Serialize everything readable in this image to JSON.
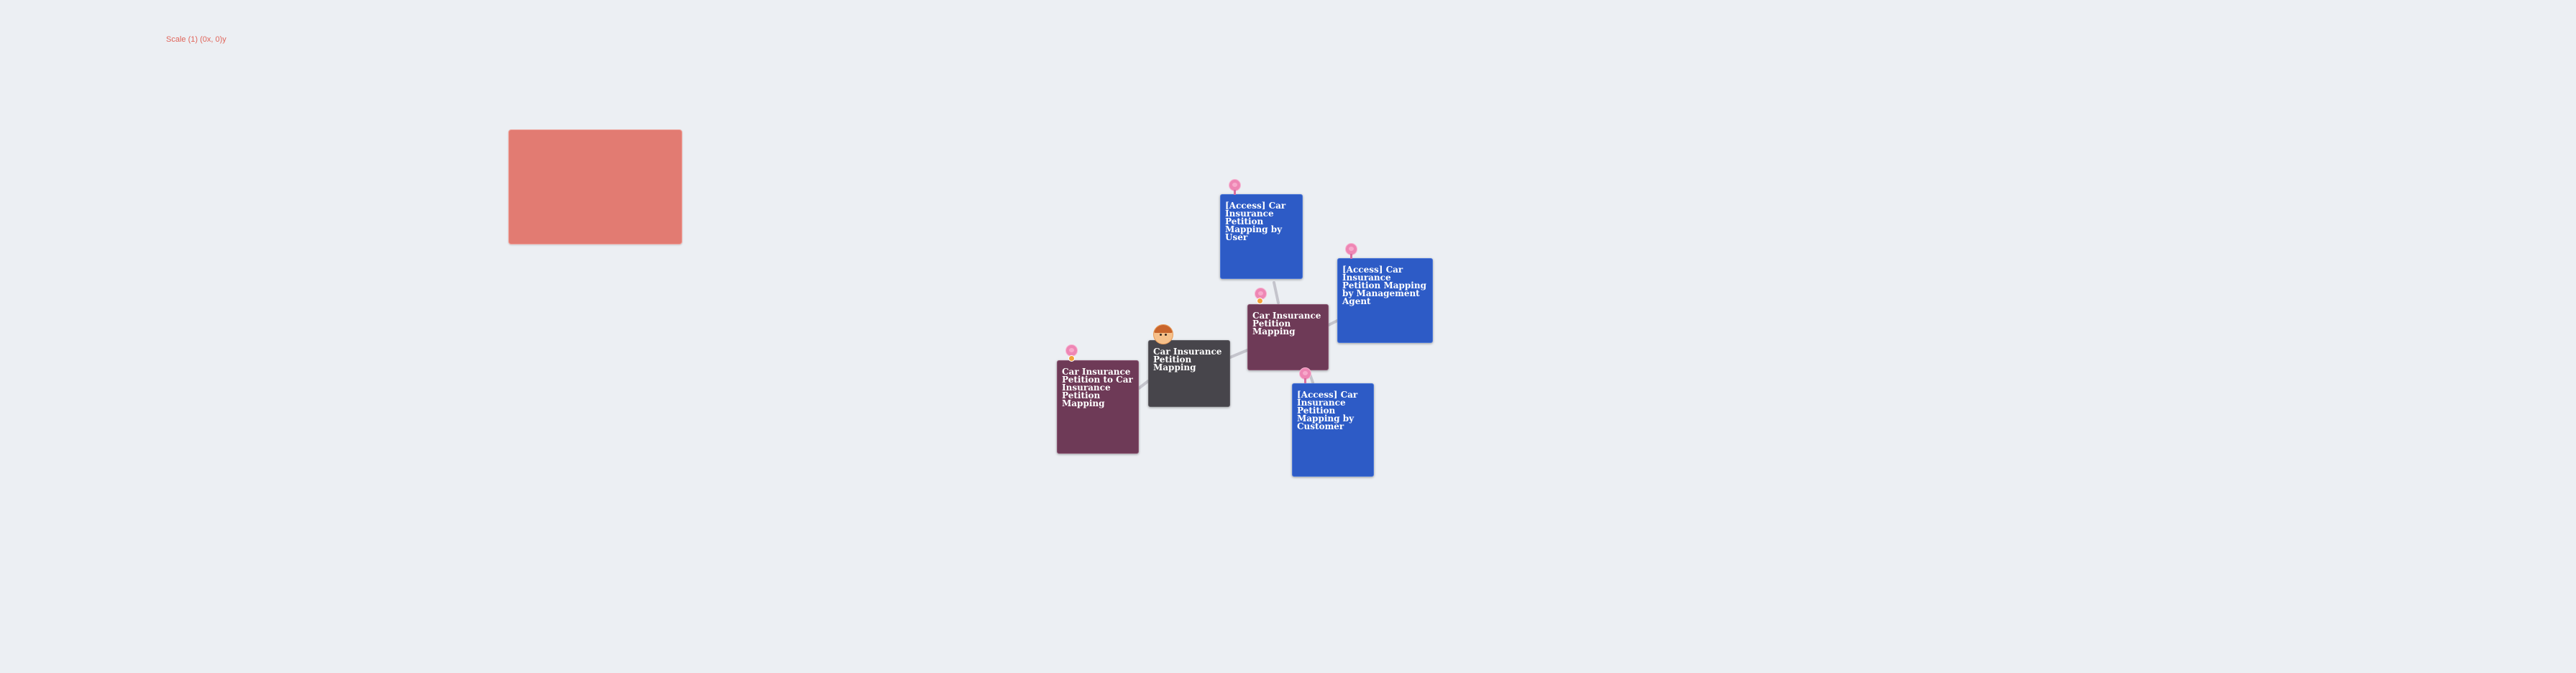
{
  "scale_label": "Scale (1) (0x, 0)y",
  "nodes": {
    "source_mapping": "Car Insurance Petition to Car Insurance Petition Mapping",
    "center_dark": "Car Insurance Petition Mapping",
    "hub": "Car Insurance Petition Mapping",
    "access_user": "[Access] Car Insurance Petition Mapping by User",
    "access_agent": "[Access] Car Insurance Petition Mapping by Management Agent",
    "access_customer": "[Access] Car Insurance Petition Mapping by Customer"
  },
  "colors": {
    "background": "#eceff3",
    "scale_text": "#e0655a",
    "highlight_rect": "#e27b72",
    "mapping_node": "#6e3a57",
    "entity_node": "#47454b",
    "access_node": "#2d5bc6",
    "pin": "#ee86b4",
    "edge": "#c4c4cc"
  },
  "icons": {
    "pin": "map-pin-icon",
    "avatar": "person-avatar-icon",
    "badge": "status-badge-icon"
  }
}
